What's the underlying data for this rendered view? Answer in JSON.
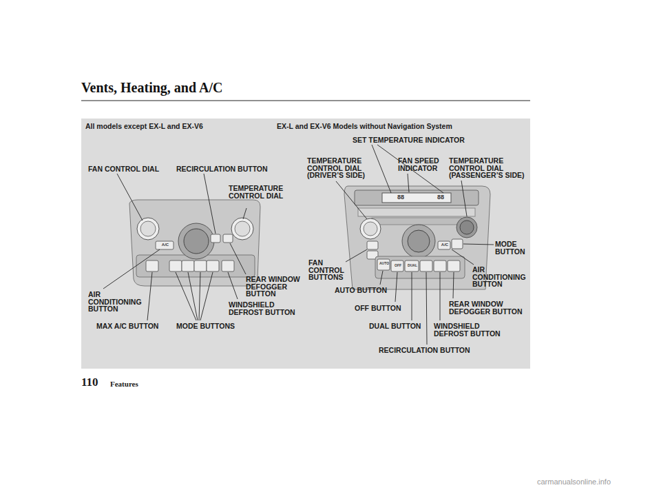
{
  "diagram": {
    "title": "Vents, Heating, and A/C",
    "labels": [
      "All models except EX-L and EX-V6",
      "EX-L and EX-V6 Models without Navigation System",
      "SET TEMPERATURE INDICATOR",
      "FAN CONTROL DIAL",
      "RECIRCULATION BUTTON",
      "TEMPERATURE CONTROL DIAL",
      "TEMPERATURE CONTROL DIAL (DRIVER’S SIDE)",
      "FAN SPEED INDICATOR",
      "TEMPERATURE CONTROL DIAL (PASSENGER’S SIDE)",
      "MODE BUTTON",
      "AIR CONDITIONING BUTTON",
      "FAN CONTROL BUTTONS",
      "REAR WINDOW DEFOGGER BUTTON",
      "AUTO BUTTON",
      "AIR CONDITIONING BUTTON",
      "WINDSHIELD DEFROST BUTTON",
      "OFF BUTTON",
      "REAR WINDOW DEFOGGER BUTTON",
      "MAX A/C BUTTON",
      "MODE BUTTONS",
      "DUAL BUTTON",
      "WINDSHIELD DEFROST BUTTON",
      "RECIRCULATION BUTTON",
      "110",
      "Features",
      "A/C",
      "A/C",
      "AUTO",
      "OFF",
      "DUAL",
      "88",
      "88",
      "carmanualsonline.info"
    ]
  }
}
